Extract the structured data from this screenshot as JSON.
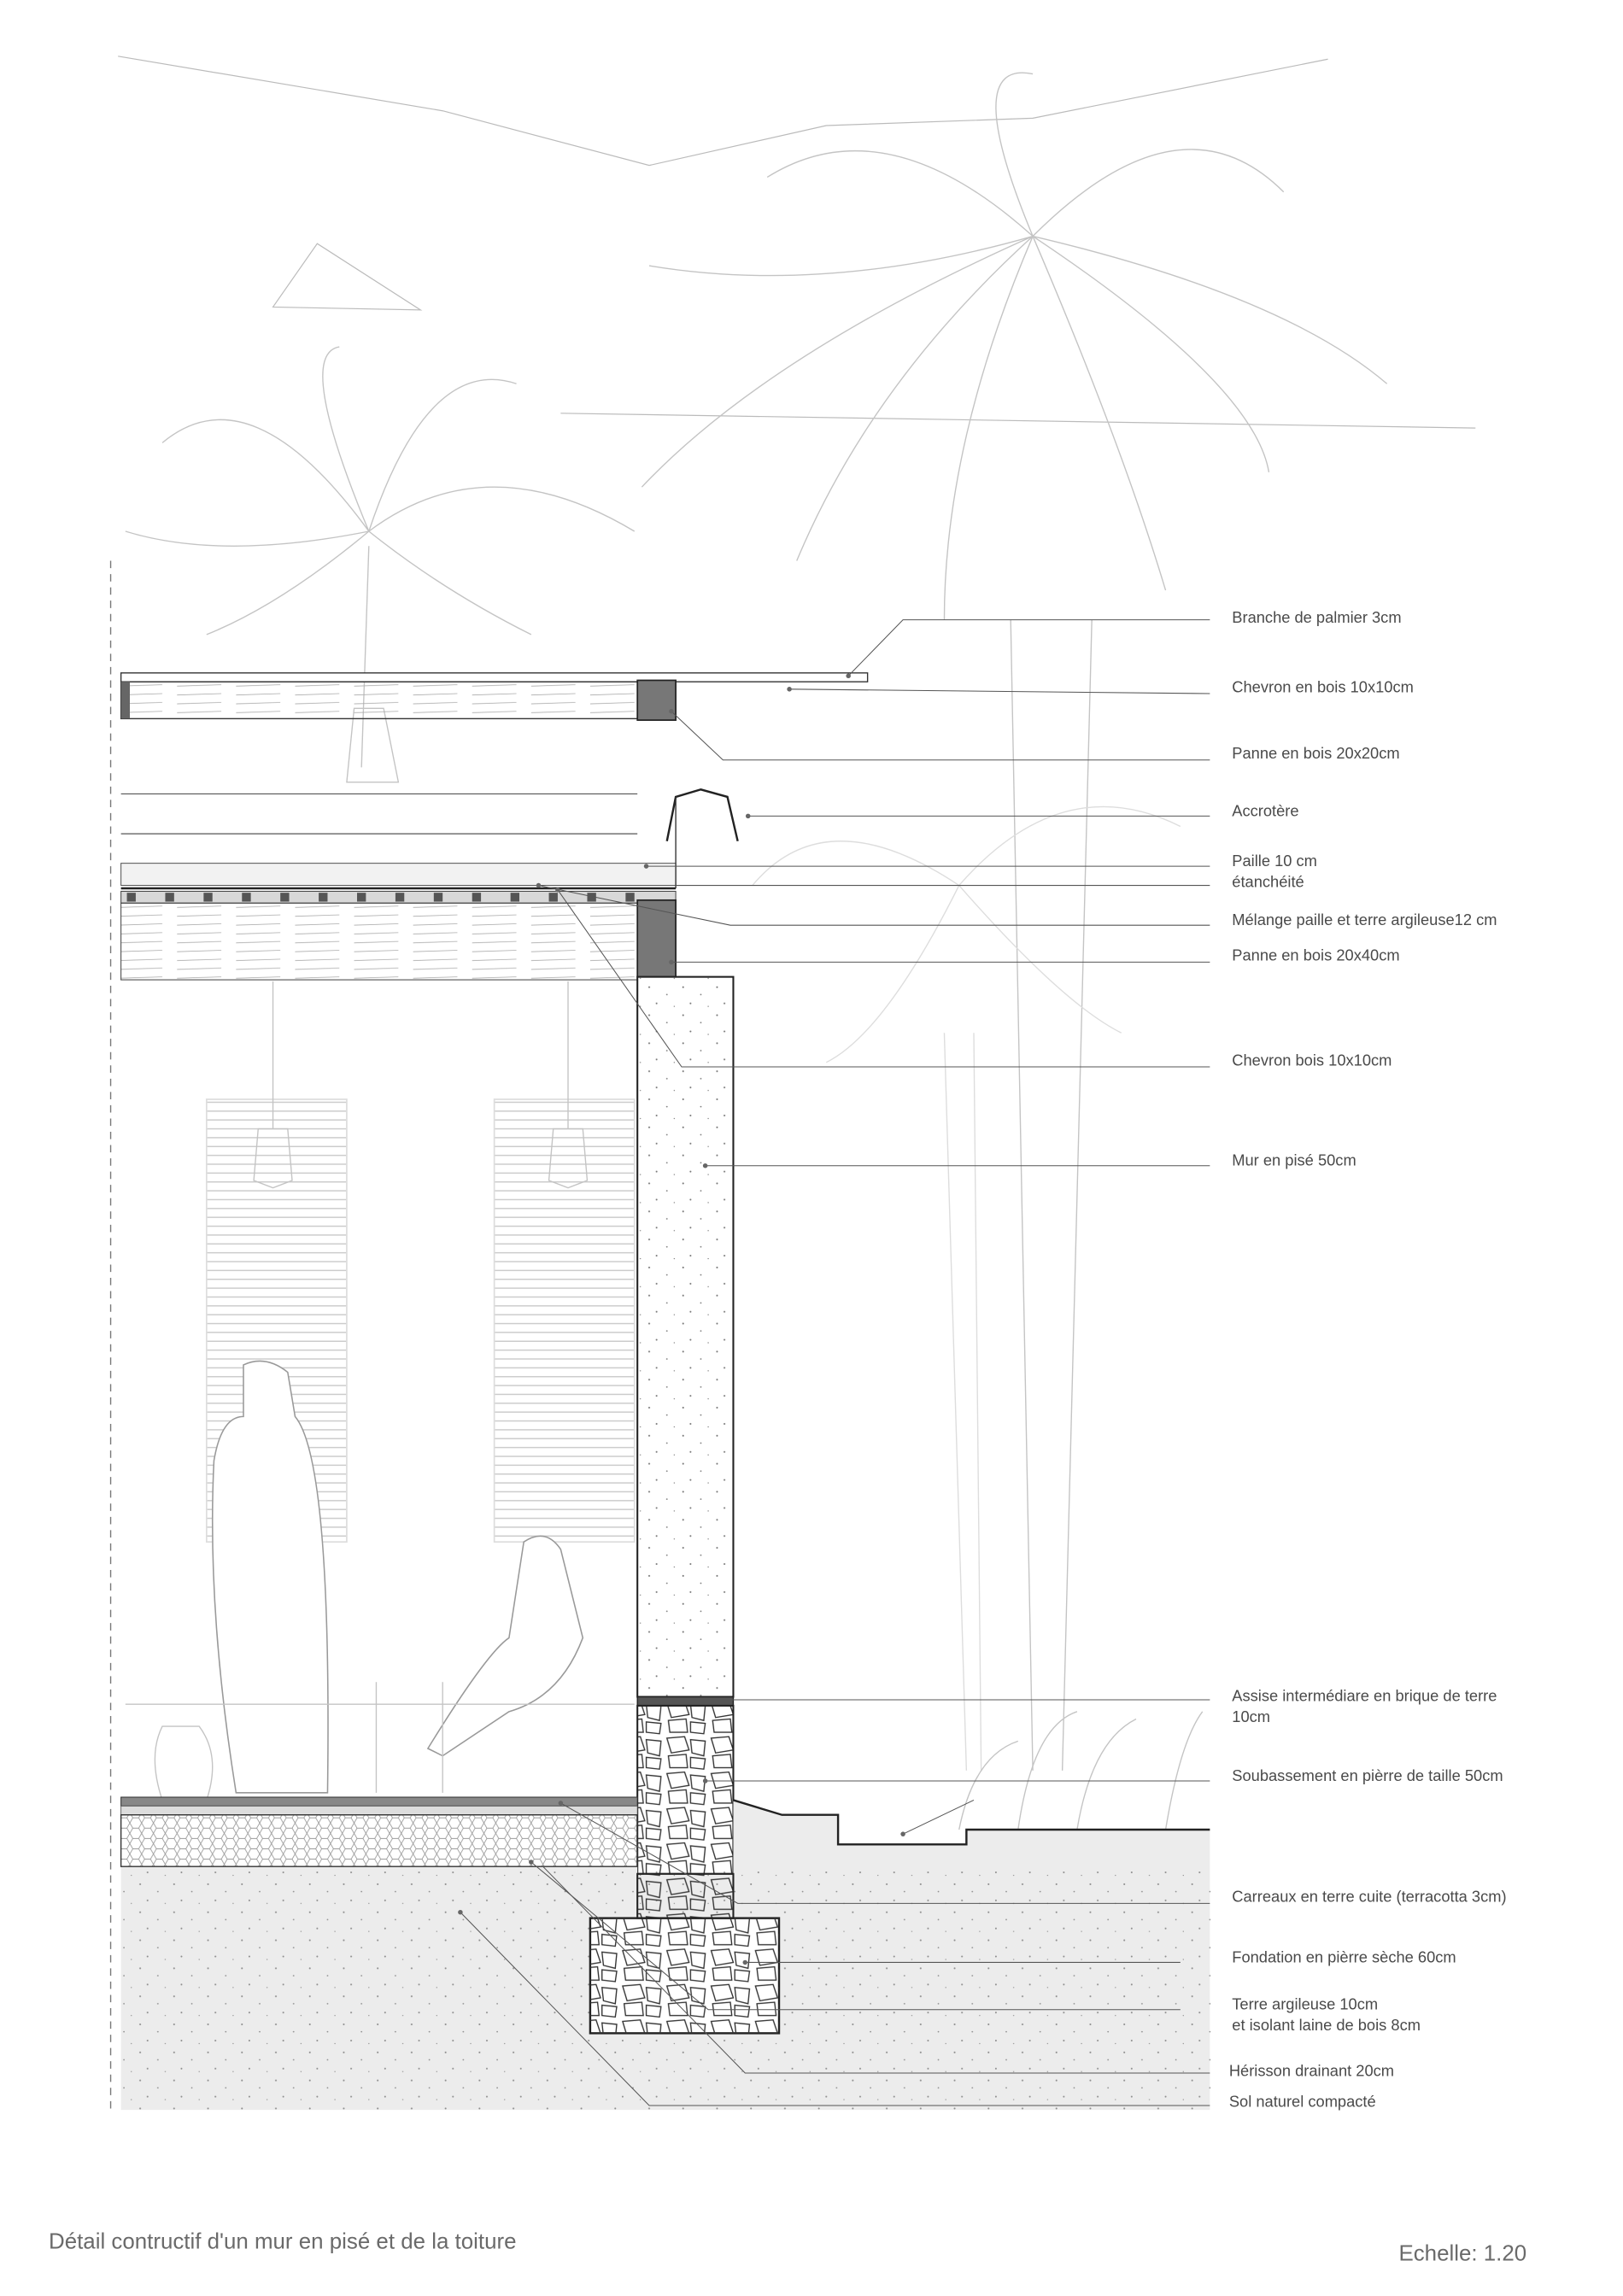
{
  "drawing": {
    "title": "Détail contructif d'un mur en pisé et de la toiture",
    "scale": "Echelle: 1.20"
  },
  "labels": {
    "roof": [
      {
        "text": "Branche de palmier 3cm"
      },
      {
        "text": "Chevron en bois 10x10cm"
      },
      {
        "text": "Panne en bois 20x20cm"
      },
      {
        "text": "Accrotère"
      },
      {
        "text": "Paille 10 cm"
      },
      {
        "text": "étanchéité"
      },
      {
        "text": "Mélange paille et terre argileuse12 cm"
      },
      {
        "text": "Panne en bois 20x40cm"
      },
      {
        "text": "Chevron bois 10x10cm"
      },
      {
        "text": "Mur en pisé 50cm"
      }
    ],
    "base": [
      {
        "text": "Assise intermédiare en brique de terre",
        "text2": "10cm"
      },
      {
        "text": "Soubassement en pièrre de taille 50cm"
      },
      {
        "text": "Carreaux en terre cuite (terracotta 3cm)"
      },
      {
        "text": "Fondation en pièrre sèche 60cm"
      },
      {
        "text": "Terre argileuse 10cm",
        "text2": "et isolant laine de bois 8cm"
      },
      {
        "text": "Hérisson drainant 20cm"
      },
      {
        "text": "Sol naturel compacté"
      }
    ]
  },
  "colors": {
    "ground": "#ececec",
    "line": "#222222",
    "label": "#4a4a4a"
  }
}
